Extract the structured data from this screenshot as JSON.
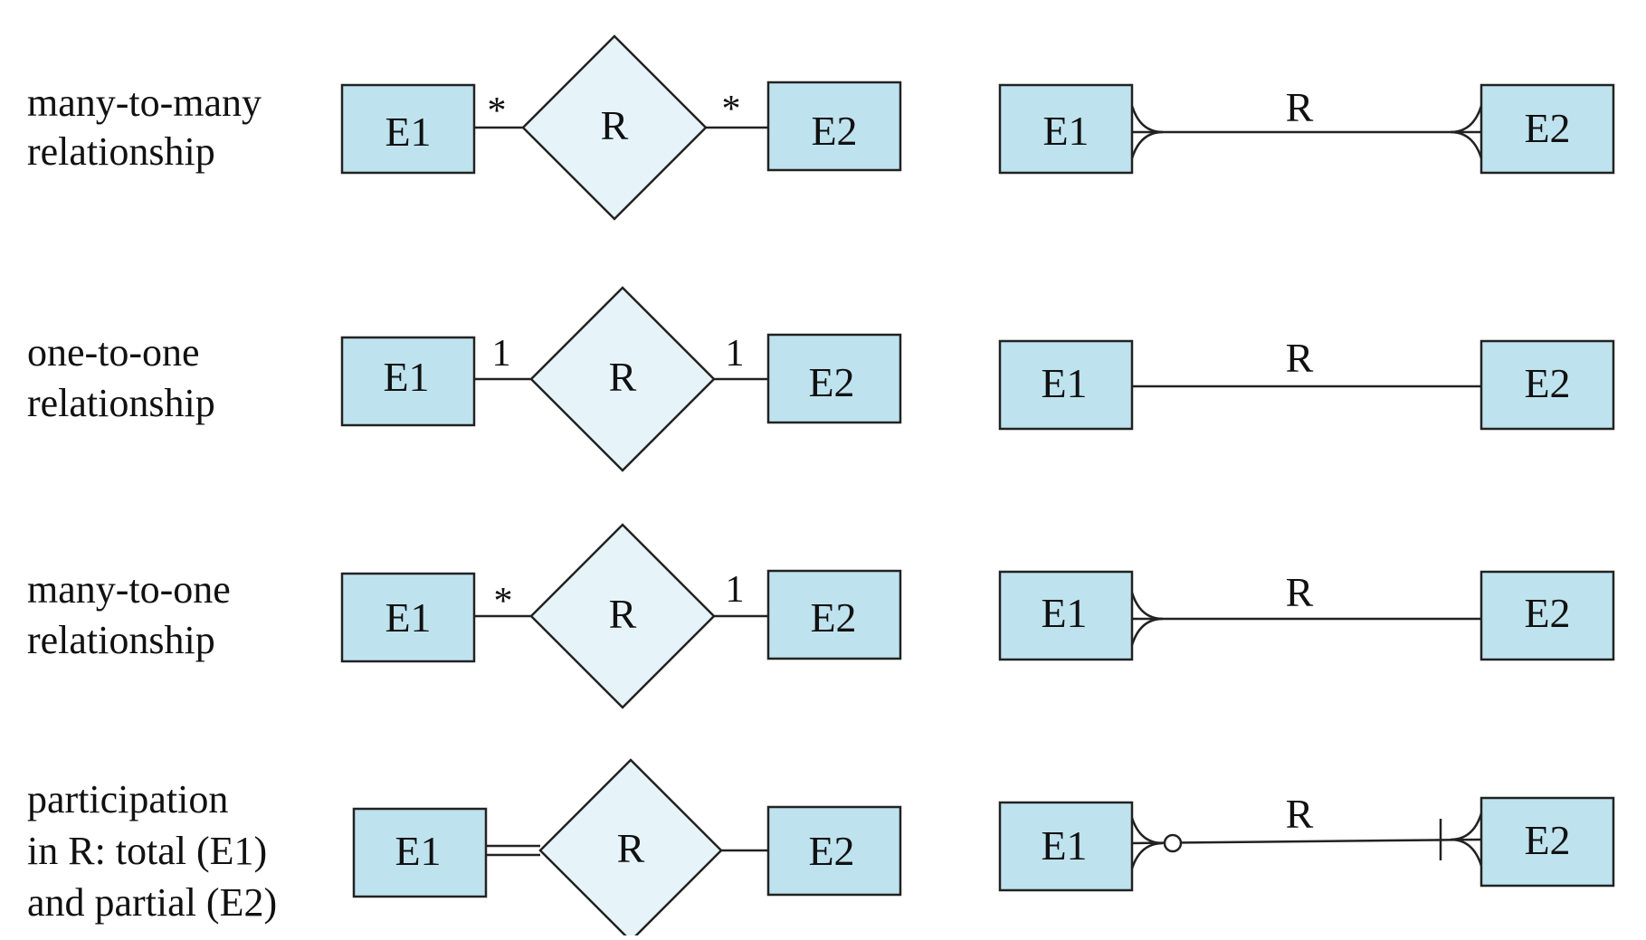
{
  "rows": [
    {
      "label_lines": [
        "many-to-many",
        "relationship"
      ],
      "left": {
        "e1": "E1",
        "rel": "R",
        "e2": "E2",
        "card_left": "*",
        "card_right": "*"
      },
      "right": {
        "e1": "E1",
        "rel": "R",
        "e2": "E2"
      }
    },
    {
      "label_lines": [
        "one-to-one",
        "relationship"
      ],
      "left": {
        "e1": "E1",
        "rel": "R",
        "e2": "E2",
        "card_left": "1",
        "card_right": "1"
      },
      "right": {
        "e1": "E1",
        "rel": "R",
        "e2": "E2"
      }
    },
    {
      "label_lines": [
        "many-to-one",
        "relationship"
      ],
      "left": {
        "e1": "E1",
        "rel": "R",
        "e2": "E2",
        "card_left": "*",
        "card_right": "1"
      },
      "right": {
        "e1": "E1",
        "rel": "R",
        "e2": "E2"
      }
    },
    {
      "label_lines": [
        "participation",
        "in R: total (E1)",
        "and partial (E2)"
      ],
      "left": {
        "e1": "E1",
        "rel": "R",
        "e2": "E2",
        "card_left": "",
        "card_right": ""
      },
      "right": {
        "e1": "E1",
        "rel": "R",
        "e2": "E2"
      }
    }
  ],
  "colors": {
    "entity_fill": "#bfe3ee",
    "relationship_fill": "#e6f4f9",
    "stroke": "#222222"
  }
}
